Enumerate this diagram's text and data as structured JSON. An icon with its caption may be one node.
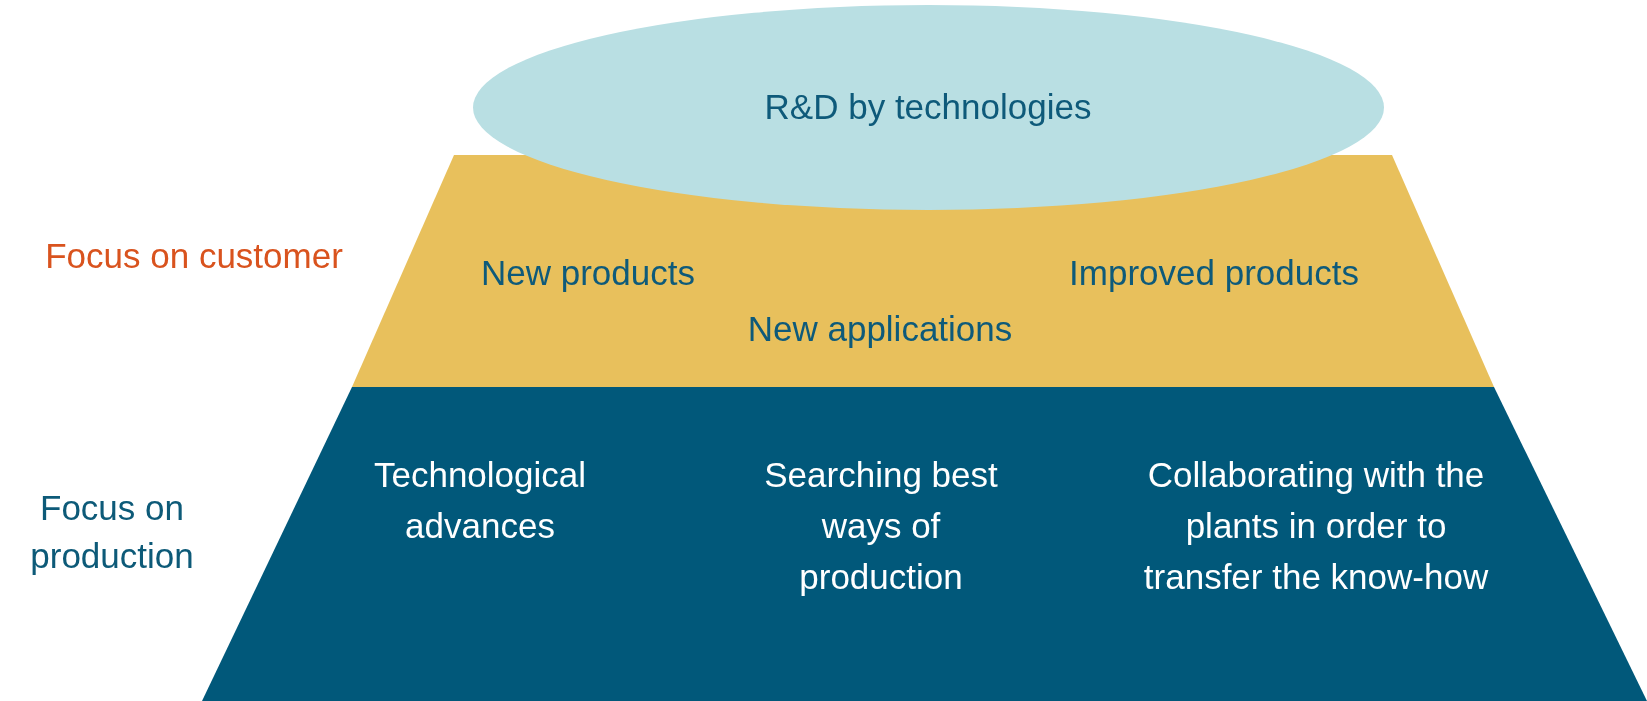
{
  "diagram": {
    "nodes": [
      {
        "text": [
          "R&D by technologies"
        ]
      },
      {
        "text": [
          "New products",
          "New applications",
          "Improved products"
        ]
      },
      {
        "text": [
          "Technological advances",
          "Searching best ways of production",
          "Collaborating with the plants in order to transfer the know-how"
        ]
      }
    ],
    "labels": [
      "Focus on customer",
      "Focus on production"
    ]
  }
}
